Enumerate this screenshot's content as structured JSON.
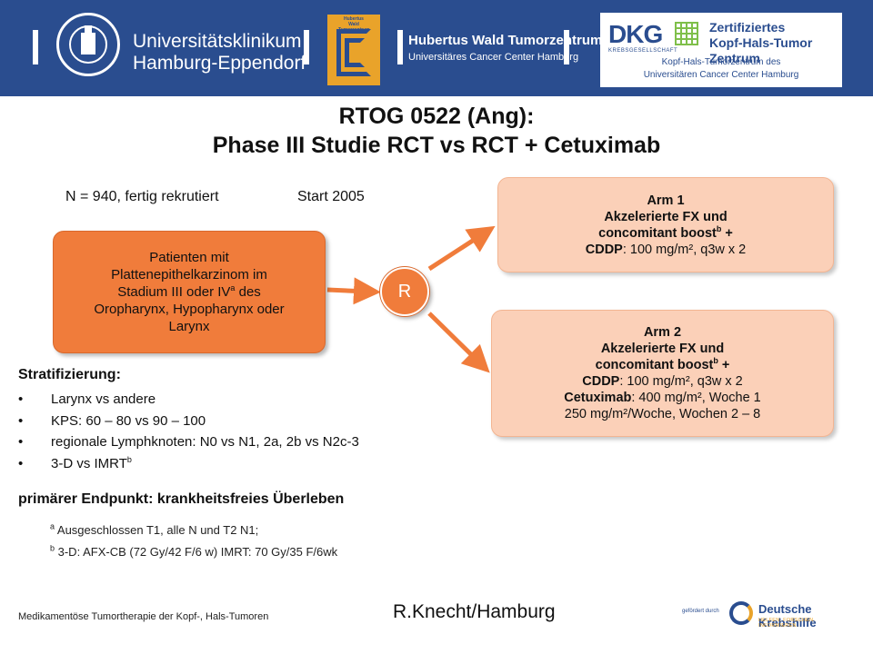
{
  "header": {
    "uni": {
      "line1": "Universitätsklinikum",
      "line2": "Hamburg-Eppendorf"
    },
    "hw": {
      "logo_tag": "Hubertus Wald Tumorzentrum",
      "name": "Hubertus Wald Tumorzentrum",
      "sub": "Universitäres Cancer Center Hamburg"
    },
    "dkg": {
      "mark": "DKG",
      "mark_sub": "KREBSGESELLSCHAFT",
      "cert_line1": "Zertifiziertes",
      "cert_line2": "Kopf-Hals-Tumor Zentrum",
      "foot_line1": "Kopf-Hals-Tumorzentrum des",
      "foot_line2": "Universitären Cancer Center Hamburg"
    },
    "colors": {
      "band": "#2a4d8f",
      "accent": "#e9a32a"
    }
  },
  "title": {
    "line1": "RTOG 0522 (Ang):",
    "line2": "Phase III Studie RCT vs RCT + Cetuximab"
  },
  "meta": {
    "n": "N = 940, fertig rekrutiert",
    "start": "Start 2005"
  },
  "patients": {
    "line1": "Patienten mit",
    "line2": "Plattenepithelkarzinom im",
    "line3a": "Stadium III oder IV",
    "line3sup": "a",
    "line3b": " des",
    "line4": "Oropharynx, Hypopharynx oder",
    "line5": "Larynx"
  },
  "randomize": {
    "label": "R"
  },
  "arm1": {
    "title": "Arm 1",
    "line2": "Akzelerierte FX und",
    "line3a": "concomitant boost",
    "line3sup": "b",
    "line3b": " +",
    "line4a": "CDDP",
    "line4b": ": 100 mg/m², q3w x 2"
  },
  "arm2": {
    "title": "Arm 2",
    "line2": "Akzelerierte FX und",
    "line3a": "concomitant boost",
    "line3sup": "b",
    "line3b": " +",
    "line4a": "CDDP",
    "line4b": ": 100 mg/m², q3w x 2",
    "line5a": "Cetuximab",
    "line5b": ": 400 mg/m², Woche 1",
    "line6": "250 mg/m²/Woche, Wochen 2 – 8"
  },
  "stratification": {
    "heading": "Stratifizierung:",
    "items": [
      "Larynx vs andere",
      "KPS: 60 – 80 vs 90 – 100",
      "regionale Lymphknoten: N0 vs N1, 2a, 2b vs N2c-3",
      "3-D vs IMRT"
    ],
    "item4_sup": "b"
  },
  "endpoint": "primärer Endpunkt: krankheitsfreies Überleben",
  "footnotes": {
    "a_mark": "a",
    "a_text": " Ausgeschlossen T1, alle N und T2 N1;",
    "b_mark": "b",
    "b_text": " 3-D: AFX-CB (72 Gy/42 F/6 w) IMRT: 70 Gy/35 F/6wk"
  },
  "footer": {
    "left": "Medikamentöse Tumortherapie der Kopf-, Hals-Tumoren",
    "center": "R.Knecht/Hamburg",
    "sponsor_pre": "gefördert durch",
    "sponsor_name": "Deutsche Krebshilfe",
    "sponsor_tag": "HELFEN. FORSCHEN. INFORMIEREN."
  }
}
